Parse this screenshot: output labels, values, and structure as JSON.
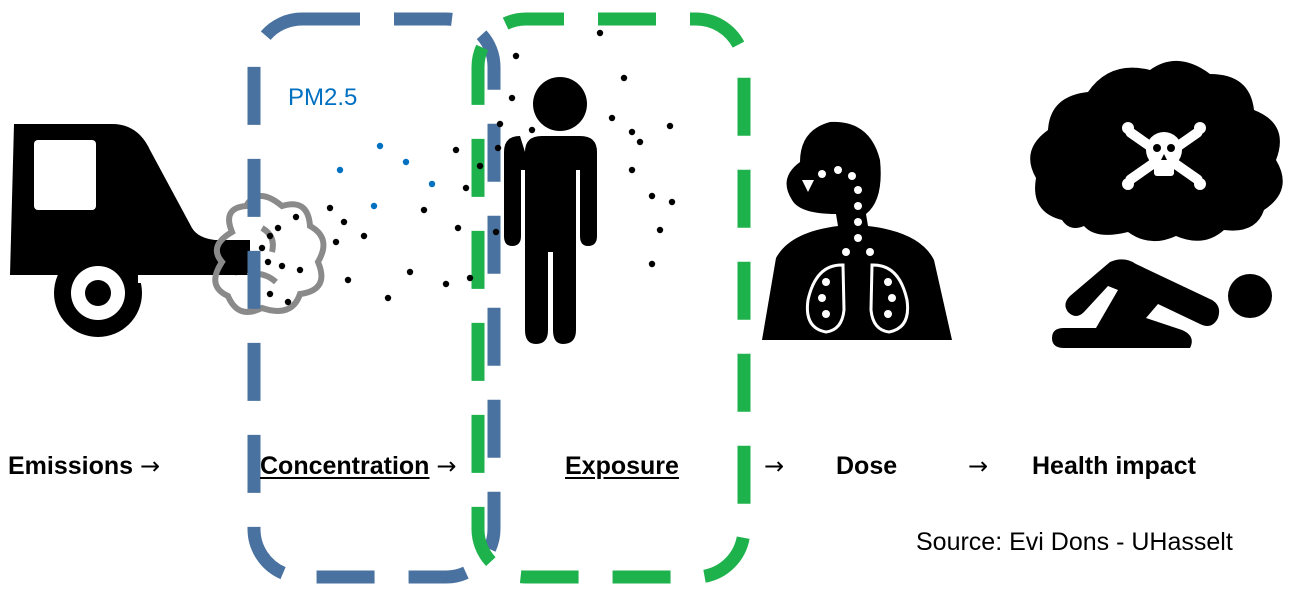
{
  "pollutant_label": "PM2.5",
  "stages": [
    "Emissions",
    "Concentration",
    "Exposure",
    "Dose",
    "Health impact"
  ],
  "arrow": "→",
  "source": "Source: Evi Dons - UHasselt",
  "colors": {
    "concentration_box": "#4A72A0",
    "exposure_box": "#1DB24B",
    "pm_dots": "#0070C0",
    "particles": "#000000"
  },
  "icons": [
    "truck-exhaust-icon",
    "person-icon",
    "lungs-respiratory-icon",
    "toxic-cloud-skull-icon",
    "collapsed-person-icon"
  ]
}
